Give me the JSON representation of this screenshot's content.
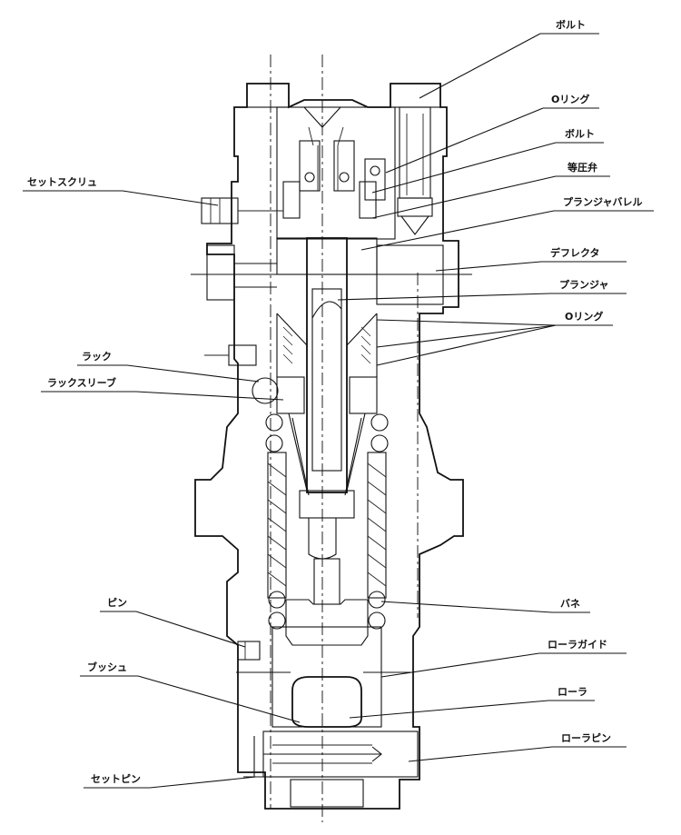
{
  "labels": {
    "bolt_top": "ボルト",
    "o_ring_1": "Oリング",
    "bolt_2": "ボルト",
    "equal_pressure_valve": "等圧弁",
    "plunger_barrel": "プランジャバレル",
    "deflector": "デフレクタ",
    "plunger": "プランジャ",
    "o_ring_2": "Oリング",
    "set_screw": "セットスクリュ",
    "rack": "ラック",
    "rack_sleeve": "ラックスリーブ",
    "pin": "ピン",
    "bush": "ブッシュ",
    "set_pin": "セットピン",
    "spring": "バネ",
    "roller_guide": "ローラガイド",
    "roller": "ローラ",
    "roller_pin": "ローラピン"
  }
}
